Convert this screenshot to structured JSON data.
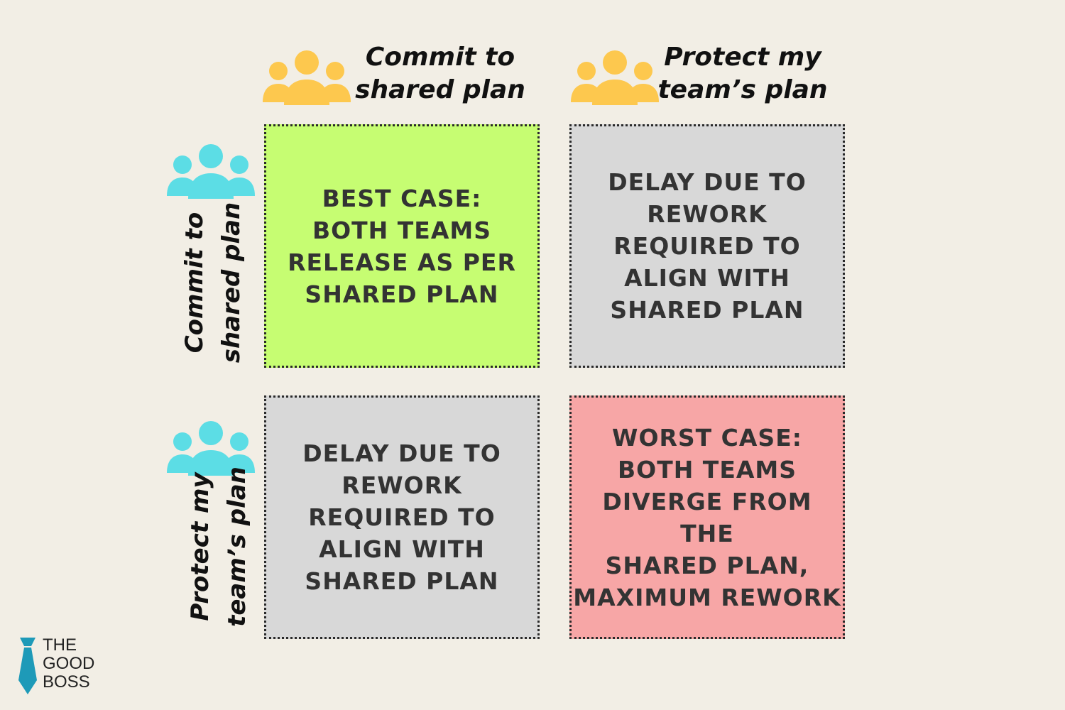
{
  "columns": [
    {
      "label": "Commit to\nshared plan",
      "icon": "people-group-icon"
    },
    {
      "label": "Protect my\nteam’s plan",
      "icon": "people-group-icon"
    }
  ],
  "rows": [
    {
      "label": "Commit to\nshared plan",
      "icon": "people-group-icon"
    },
    {
      "label": "Protect my\nteam’s plan",
      "icon": "people-group-icon"
    }
  ],
  "cells": [
    {
      "text": "BEST CASE:\nBOTH TEAMS\nRELEASE AS PER\nSHARED PLAN",
      "color": "#c6fd72"
    },
    {
      "text": "DELAY DUE TO\nREWORK\nREQUIRED TO\nALIGN WITH\nSHARED PLAN",
      "color": "#d8d8d8"
    },
    {
      "text": "DELAY DUE TO\nREWORK\nREQUIRED TO\nALIGN WITH\nSHARED PLAN",
      "color": "#d8d8d8"
    },
    {
      "text": "WORST CASE:\nBOTH TEAMS\nDIVERGE FROM THE\nSHARED PLAN,\nMAXIMUM REWORK",
      "color": "#f7a6a6"
    }
  ],
  "colors": {
    "background": "#f2eee5",
    "column_icon": "#fdc84e",
    "row_icon": "#5cdde5",
    "logo_tie": "#1e9ab8"
  },
  "logo": {
    "text": "THE\nGOOD\nBOSS",
    "icon": "necktie-icon"
  }
}
